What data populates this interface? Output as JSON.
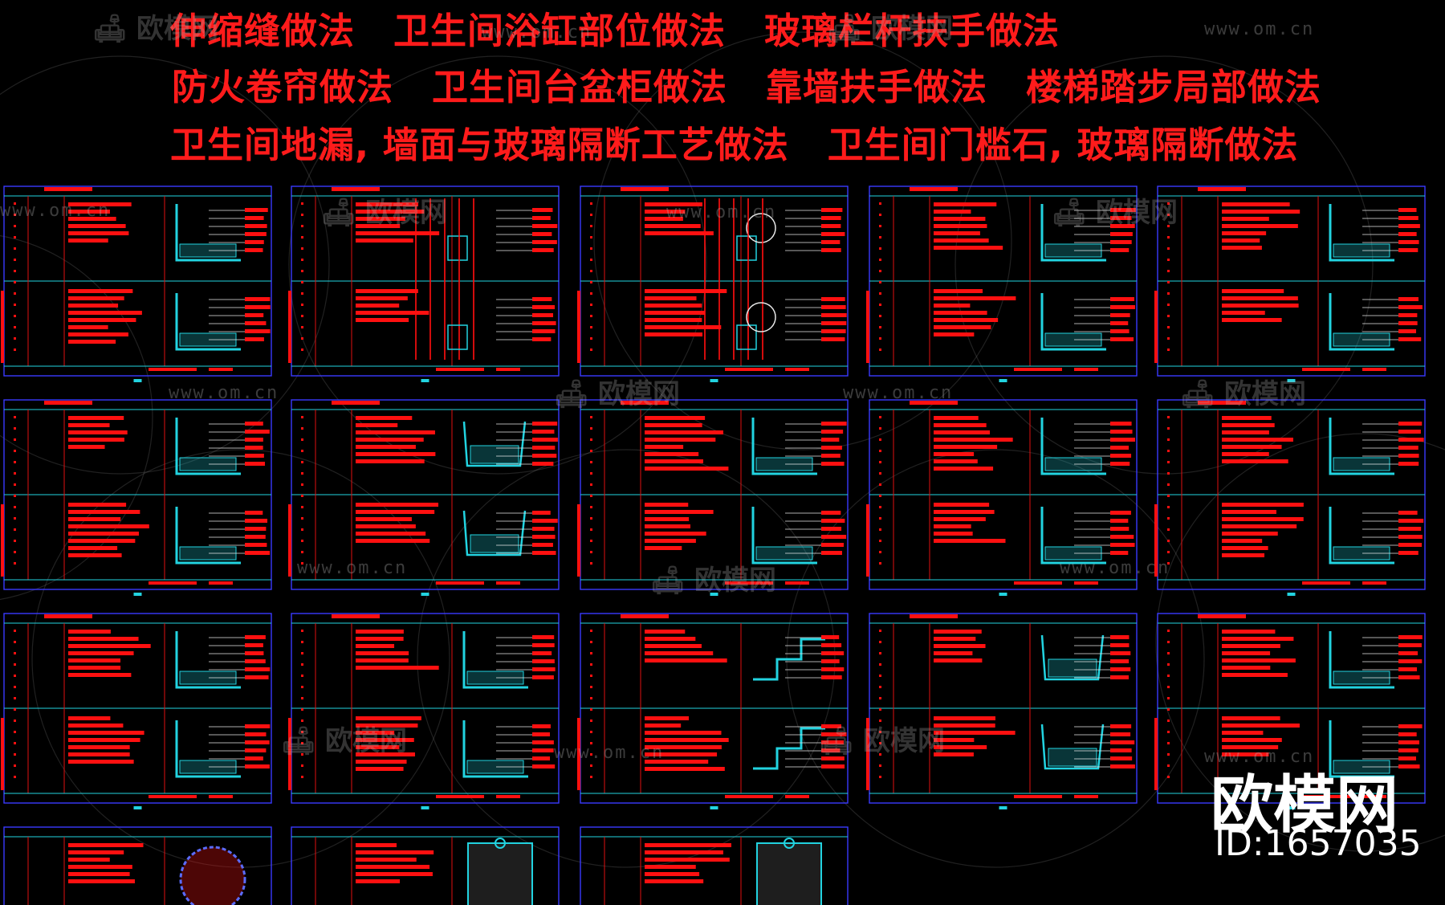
{
  "titles": [
    [
      "伸缩缝做法",
      "卫生间浴缸部位做法",
      "玻璃栏杆扶手做法"
    ],
    [
      "防火卷帘做法",
      "卫生间台盆柜做法",
      "靠墙扶手做法",
      "楼梯踏步局部做法"
    ],
    [
      "卫生间地漏, 墙面与玻璃隔断工艺做法",
      "卫生间门槛石, 玻璃隔断做法"
    ]
  ],
  "watermark": {
    "logo_text": "欧模网",
    "url_text": "www.om.cn"
  },
  "brand": {
    "name": "欧模网",
    "id_text": "ID:1657035"
  },
  "colors": {
    "background": "#000000",
    "title_red": "#ff1b1b",
    "sheet_border": "#3a3aff",
    "divider_red": "#e01010",
    "detail_cyan": "#22d3e0",
    "annotation_red": "#ff1010",
    "watermark": "#aaaaaa",
    "brand_white": "#ffffff"
  },
  "sheets": [
    {
      "detail": "joint"
    },
    {
      "detail": "pipes"
    },
    {
      "detail": "roller"
    },
    {
      "detail": "wall-section"
    },
    {
      "detail": "wall-section"
    },
    {
      "detail": "toilet"
    },
    {
      "detail": "tub"
    },
    {
      "detail": "basin"
    },
    {
      "detail": "wall-section"
    },
    {
      "detail": "floor-rail"
    },
    {
      "detail": "wall-floor"
    },
    {
      "detail": "wall-rail"
    },
    {
      "detail": "stair"
    },
    {
      "detail": "box"
    },
    {
      "detail": "wall-rail"
    },
    {
      "detail": "drain"
    },
    {
      "detail": "box"
    },
    {
      "detail": "door-frame"
    }
  ]
}
